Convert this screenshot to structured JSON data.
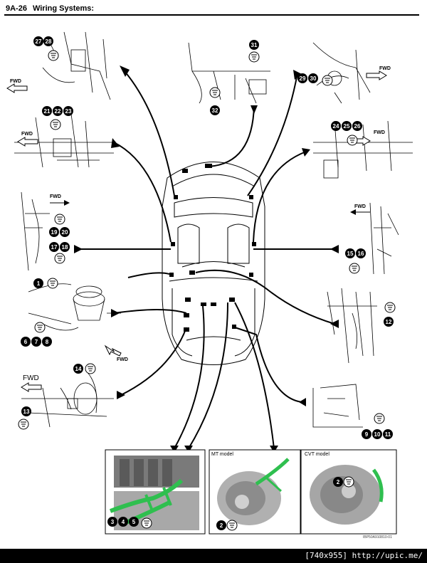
{
  "header": {
    "page": "9A-26",
    "title": "Wiring Systems:"
  },
  "direction_label": "FWD",
  "photo_labels": {
    "mt": "MT model",
    "cvt": "CVT model",
    "ref_code": "IBP50A910810-01"
  },
  "callouts": {
    "c1": "1",
    "c2": "2",
    "c3": "3",
    "c4": "4",
    "c5": "5",
    "c6": "6",
    "c7": "7",
    "c8": "8",
    "c9": "9",
    "c10": "10",
    "c11": "11",
    "c12": "12",
    "c13": "13",
    "c14": "14",
    "c15": "15",
    "c16": "16",
    "c17": "17",
    "c18": "18",
    "c19": "19",
    "c20": "20",
    "c21": "21",
    "c22": "22",
    "c23": "23",
    "c24": "24",
    "c25": "25",
    "c26": "26",
    "c27": "27",
    "c28": "28",
    "c29": "29",
    "c30": "30",
    "c31": "31",
    "c32": "32"
  },
  "watermark": "[740x955] http://upic.me/",
  "colors": {
    "harness_green": "#2fbf4f",
    "callout": "#000000",
    "photo_gray": "#9a9a9a"
  }
}
